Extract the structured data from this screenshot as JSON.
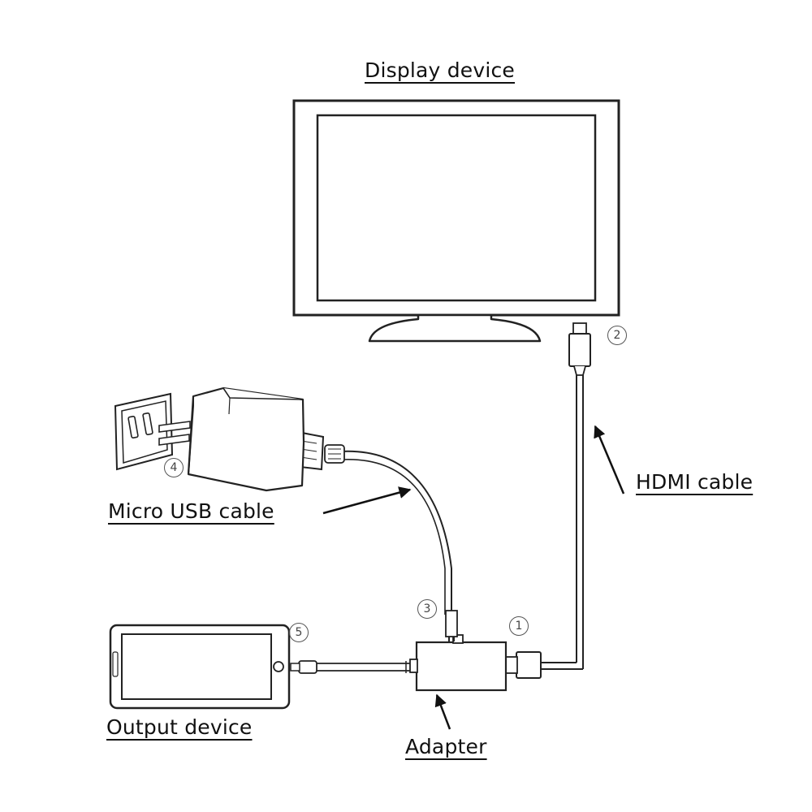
{
  "labels": {
    "display_device": "Display device",
    "hdmi_cable": "HDMI cable",
    "micro_usb_cable": "Micro USB cable",
    "output_device": "Output device",
    "adapter": "Adapter"
  },
  "markers": {
    "m1": "1",
    "m2": "2",
    "m3": "3",
    "m4": "4",
    "m5": "5"
  },
  "colors": {
    "line": "#222222",
    "text": "#111111",
    "marker": "#555555"
  }
}
